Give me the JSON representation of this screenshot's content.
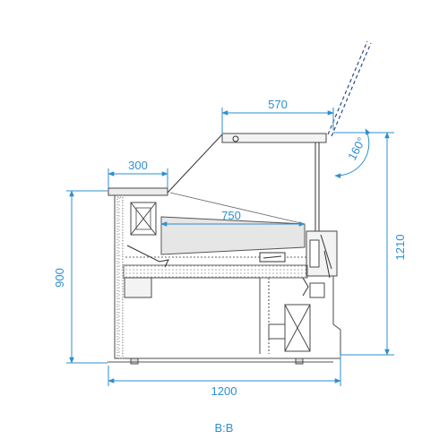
{
  "diagram": {
    "section_label": "B:B",
    "dimensions": {
      "top_width": "570",
      "shelf_depth": "300",
      "inner_depth": "750",
      "height_left": "900",
      "height_total": "1210",
      "overall_width": "1200",
      "opening_angle": "160°"
    },
    "colors": {
      "dimension": "#2e8fd0",
      "outline": "#4a4a4a",
      "fill_gray": "#e6e6e6"
    }
  }
}
